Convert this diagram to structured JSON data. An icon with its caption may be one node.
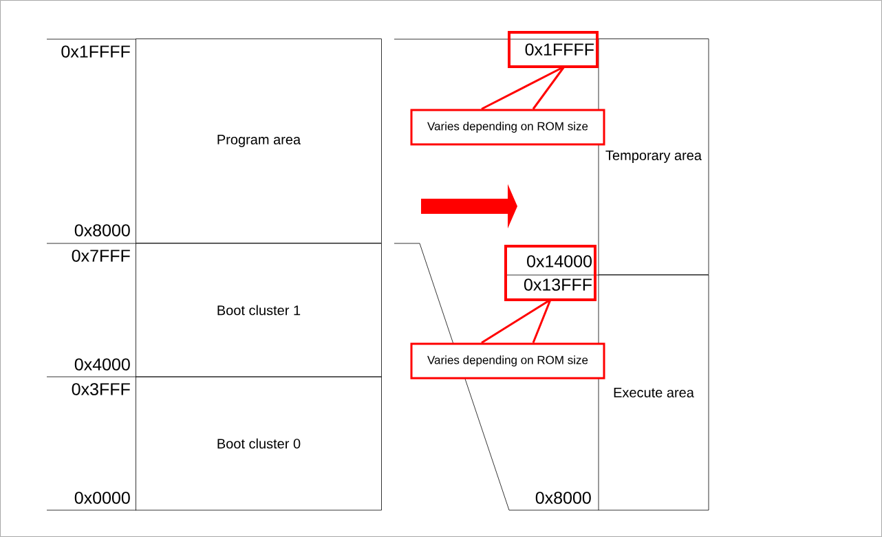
{
  "diagram": {
    "nodes": [
      {
        "text": [
          "Program area"
        ]
      },
      {
        "text": [
          "Boot cluster 1"
        ]
      },
      {
        "text": [
          "Boot cluster 0"
        ]
      },
      {
        "text": [
          "Temporary area"
        ]
      },
      {
        "text": [
          "Execute area"
        ]
      },
      {
        "text": [
          "0x1FFFF"
        ]
      },
      {
        "text": [
          "Varies depending on ROM size"
        ]
      },
      {
        "text": [
          "0x14000",
          "0x13FFF"
        ]
      },
      {
        "text": [
          "Varies depending on ROM size"
        ]
      }
    ],
    "edges": [
      {
        "from": 6,
        "to": 5,
        "arrow": "none",
        "color": "#ff0000"
      },
      {
        "from": 8,
        "to": 7,
        "arrow": "none",
        "color": "#ff0000"
      }
    ],
    "labels": [
      "0x1FFFF",
      "0x8000",
      "0x7FFF",
      "0x4000",
      "0x3FFF",
      "0x0000",
      "0x8000"
    ]
  }
}
